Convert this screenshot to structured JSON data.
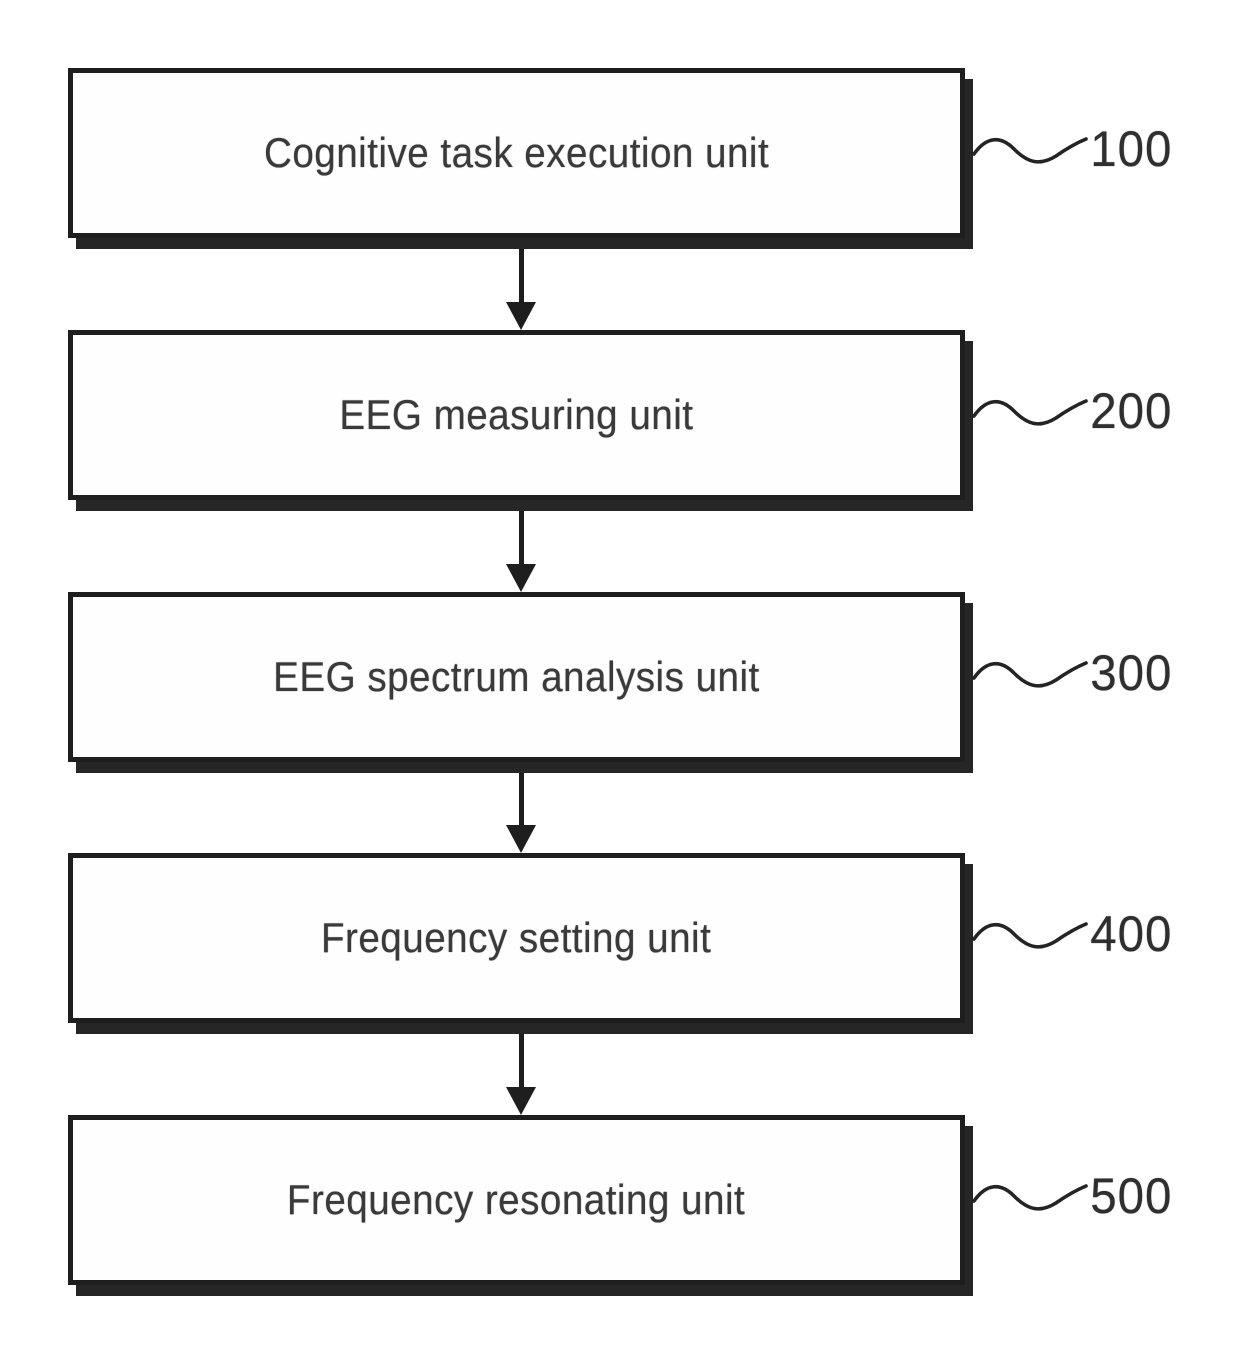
{
  "diagram": {
    "type": "block-flow-diagram",
    "units": [
      {
        "label": "Cognitive task execution unit",
        "ref": "100"
      },
      {
        "label": "EEG measuring unit",
        "ref": "200"
      },
      {
        "label": "EEG spectrum analysis unit",
        "ref": "300"
      },
      {
        "label": "Frequency setting unit",
        "ref": "400"
      },
      {
        "label": "Frequency resonating unit",
        "ref": "500"
      }
    ],
    "connections": [
      {
        "from": "100",
        "to": "200"
      },
      {
        "from": "200",
        "to": "300"
      },
      {
        "from": "300",
        "to": "400"
      },
      {
        "from": "400",
        "to": "500"
      }
    ],
    "colors": {
      "ink": "#1e1e1e",
      "text": "#3a3a3a",
      "background": "#ffffff"
    }
  }
}
